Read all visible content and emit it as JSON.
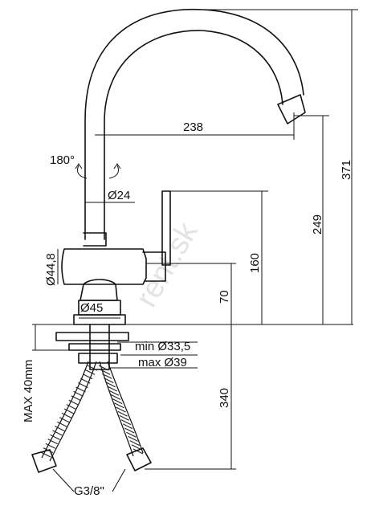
{
  "labels": {
    "spout_reach": "238",
    "total_height": "371",
    "spout_height": "249",
    "lever_height": "160",
    "body_height": "70",
    "hose_length": "340",
    "rotation": "180°",
    "spout_diameter": "Ø24",
    "body_diameter": "Ø44,8",
    "base_diameter": "Ø45",
    "hole_min": "min Ø33,5",
    "hole_max": "max Ø39",
    "max_thickness": "MAX 40mm",
    "thread": "G3/8\""
  },
  "watermark": "rent.sk"
}
